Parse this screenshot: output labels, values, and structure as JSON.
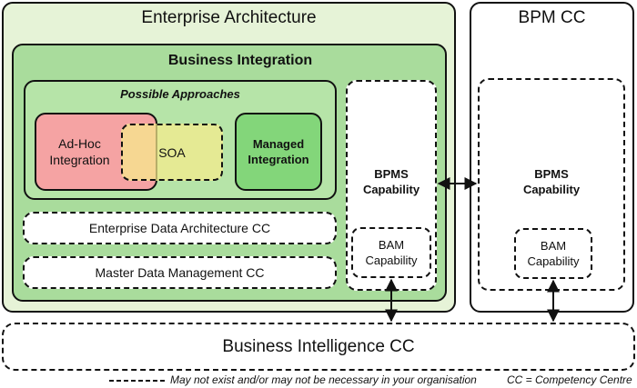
{
  "enterprise_architecture": {
    "title": "Enterprise Architecture"
  },
  "bpm_cc": {
    "title": "BPM CC"
  },
  "business_integration": {
    "title": "Business Integration",
    "possible_approaches": {
      "title": "Possible Approaches",
      "adhoc": [
        "Ad-Hoc",
        "Integration"
      ],
      "soa": "SOA",
      "managed": [
        "Managed",
        "Integration"
      ]
    },
    "eda_cc": "Enterprise Data Architecture CC",
    "mdm_cc": "Master Data Management CC"
  },
  "bpms_capability": [
    "BPMS",
    "Capability"
  ],
  "bam_capability": [
    "BAM",
    "Capability"
  ],
  "business_intelligence_cc": "Business Intelligence CC",
  "legend": {
    "dashed_note": "May not exist and/or may not be necessary in your organisation",
    "cc_note": "CC = Competency Centre"
  },
  "colors": {
    "enterprise_bg": "#e6f3d7",
    "business_integration_bg": "#a9dc9c",
    "adhoc_bg": "#f5a3a3",
    "soa_bg": "#f7ec8c",
    "managed_bg": "#83d67a"
  }
}
